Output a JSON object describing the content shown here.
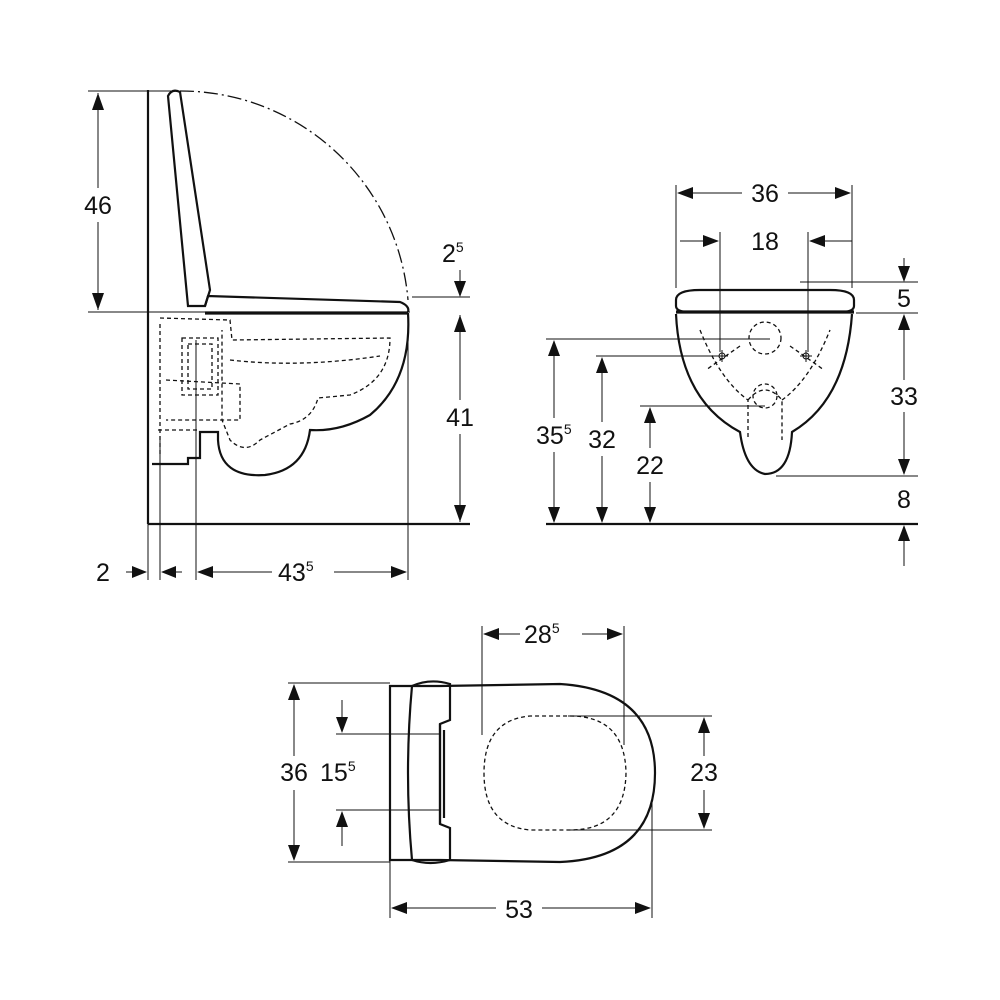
{
  "side_view": {
    "dim_height_seat": "46",
    "dim_lid_thickness": {
      "main": "2",
      "sup": "5"
    },
    "dim_bowl_height": "41",
    "dim_wall_gap": "2",
    "dim_projection": {
      "main": "43",
      "sup": "5"
    }
  },
  "front_view": {
    "dim_width": "36",
    "dim_bolt_spacing": "18",
    "dim_seat_thickness": "5",
    "dim_bowl_depth": "33",
    "dim_bottom_clearance": "8",
    "dim_bolt_height_a": {
      "main": "35",
      "sup": "5"
    },
    "dim_bolt_height_b": "32",
    "dim_outlet_height": "22"
  },
  "top_view": {
    "dim_seat_opening": {
      "main": "28",
      "sup": "5"
    },
    "dim_width": "36",
    "dim_bolt_spacing": {
      "main": "15",
      "sup": "5"
    },
    "dim_opening_width": "23",
    "dim_length": "53"
  }
}
